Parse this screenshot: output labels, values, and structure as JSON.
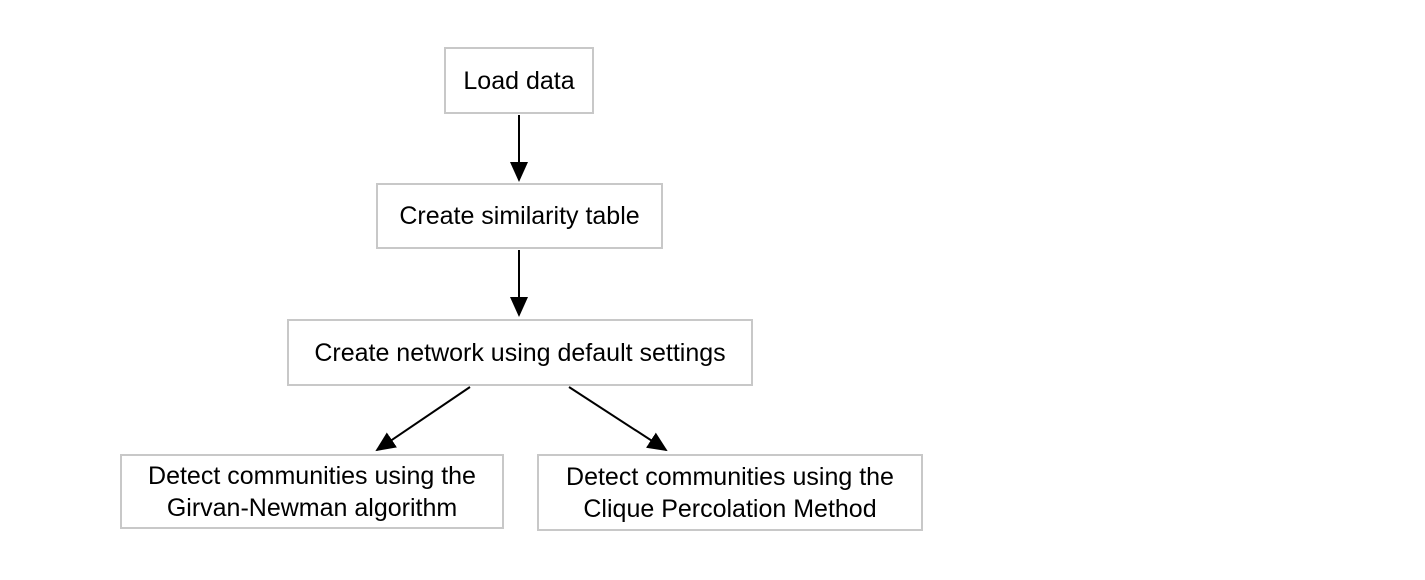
{
  "diagram": {
    "type": "flowchart",
    "nodes": {
      "load_data": {
        "label": "Load data"
      },
      "similarity": {
        "label": "Create similarity table"
      },
      "network": {
        "label": "Create network using default settings"
      },
      "girvan": {
        "label": "Detect communities using the Girvan-Newman algorithm"
      },
      "clique": {
        "label": "Detect communities using the Clique Percolation Method"
      }
    },
    "edges": [
      {
        "from": "Load data",
        "to": "Create similarity table"
      },
      {
        "from": "Create similarity table",
        "to": "Create network using default settings"
      },
      {
        "from": "Create network using default settings",
        "to": "Detect communities using the Girvan-Newman algorithm"
      },
      {
        "from": "Create network using default settings",
        "to": "Detect communities using the Clique Percolation Method"
      }
    ],
    "colors": {
      "background": "#ffffff",
      "box_fill": "#ffffff",
      "box_border": "#c8c8c8",
      "text": "#000000",
      "arrow": "#000000"
    }
  }
}
